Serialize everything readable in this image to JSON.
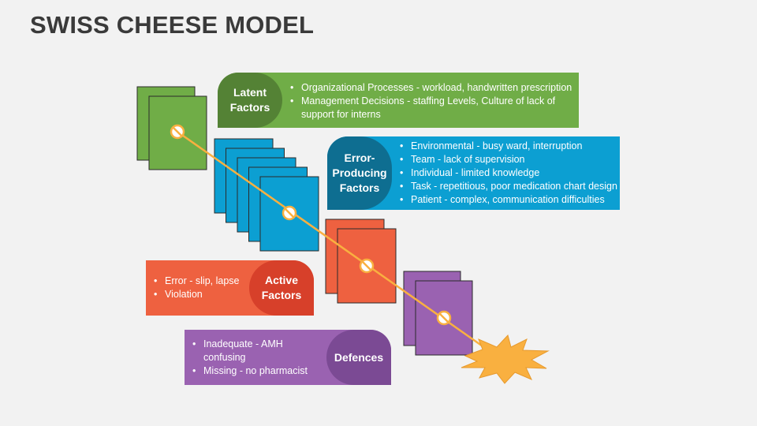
{
  "title": "SWISS CHEESE MODEL",
  "colors": {
    "latent": "#70ad47",
    "latent_dark": "#548235",
    "error_producing": "#0c9fd2",
    "error_producing_dark": "#0e6e91",
    "active": "#ee6140",
    "active_dark": "#d7402a",
    "defences": "#9a62b1",
    "defences_dark": "#7b4a94",
    "burst": "#f9b040",
    "trajectory": "#f9b040"
  },
  "cards": {
    "latent": {
      "label": "Latent\nFactors",
      "items": [
        "Organizational Processes - workload, handwritten prescription",
        "Management Decisions - staffing Levels, Culture of lack of\nsupport for interns"
      ]
    },
    "error_producing": {
      "label": "Error-\nProducing\nFactors",
      "items": [
        "Environmental - busy ward, interruption",
        "Team - lack of supervision",
        "Individual - limited knowledge",
        "Task - repetitious, poor medication chart design",
        "Patient - complex, communication difficulties"
      ]
    },
    "active": {
      "label": "Active\nFactors",
      "items": [
        "Error - slip, lapse",
        "Violation"
      ]
    },
    "defences": {
      "label": "Defences",
      "items": [
        "Inadequate - AMH\nconfusing",
        "Missing - no pharmacist"
      ]
    }
  },
  "layers": [
    {
      "group": "latent",
      "count": 2
    },
    {
      "group": "error_producing",
      "count": 5
    },
    {
      "group": "active",
      "count": 2
    },
    {
      "group": "defences",
      "count": 2
    }
  ],
  "icons": {
    "hole": "no-entry-circle-icon",
    "impact": "explosion-burst-icon"
  }
}
